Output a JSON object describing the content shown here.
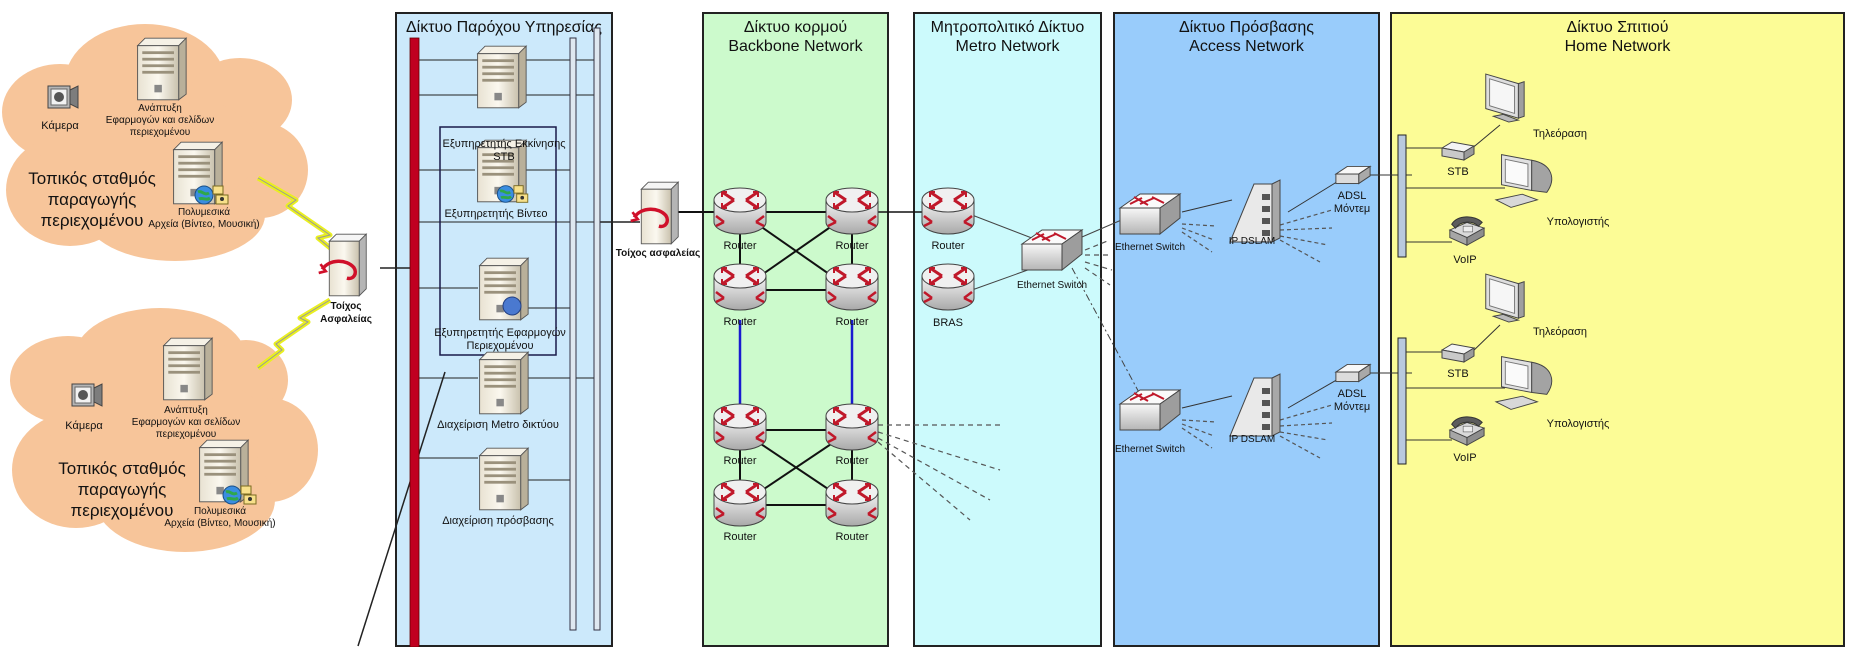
{
  "zones": {
    "provider": "Δίκτυο Παρόχου Υπηρεσίας",
    "backbone": "Δίκτυο κορμού\nBackbone Network",
    "metro": "Μητροπολιτικό Δίκτυο\nMetro Network",
    "access": "Δίκτυο Πρόσβασης\nAccess Network",
    "home": "Δίκτυο Σπιτιού\nHome Network"
  },
  "stations": [
    {
      "title": "Τοπικός σταθμός\nπαραγωγής\nπεριεχομένου",
      "camera": "Κάμερα",
      "dev_server": "Ανάπτυξη\nΕφαρμογών και σελίδων\nπεριεχομένου",
      "media_server": "Πολυμεσικά\nΑρχεία (Βίντεο, Μουσική)"
    },
    {
      "title": "Τοπικός σταθμός\nπαραγωγής\nπεριεχομένου",
      "camera": "Κάμερα",
      "dev_server": "Ανάπτυξη\nΕφαρμογών και σελίδων\nπεριεχομένου",
      "media_server": "Πολυμεσικά\nΑρχεία (Βίντεο, Μουσική)"
    }
  ],
  "firewalls": {
    "left": "Τοίχος\nΑσφαλείας",
    "center": "Τοίχος ασφαλείας"
  },
  "provider_servers": [
    "Εξυπηρετητής Εκκίνησης\nSTB",
    "Εξυπηρετητής Βίντεο",
    "Εξυπηρετητής Εφαρμογών\nΠεριεχομένου",
    "Διαχείριση Metro δικτύου",
    "Διαχείριση πρόσβασης"
  ],
  "router_label": "Router",
  "metro": {
    "router": "Router",
    "bras": "BRAS",
    "switch": "Ethernet Switch"
  },
  "access": {
    "switch": "Ethernet Switch",
    "dslam": "IP DSLAM",
    "modem": "ADSL\nΜόντεμ"
  },
  "home": {
    "tv": "Τηλεόραση",
    "stb": "STB",
    "pc": "Υπολογιστής",
    "voip": "VoIP"
  },
  "colors": {
    "provider": "#cce9fb",
    "backbone": "#ccfacc",
    "metro": "#ccfafc",
    "access": "#99ccfb",
    "home": "#fcfc96",
    "cloud": "#f7c59a",
    "bus": "#c00020"
  }
}
